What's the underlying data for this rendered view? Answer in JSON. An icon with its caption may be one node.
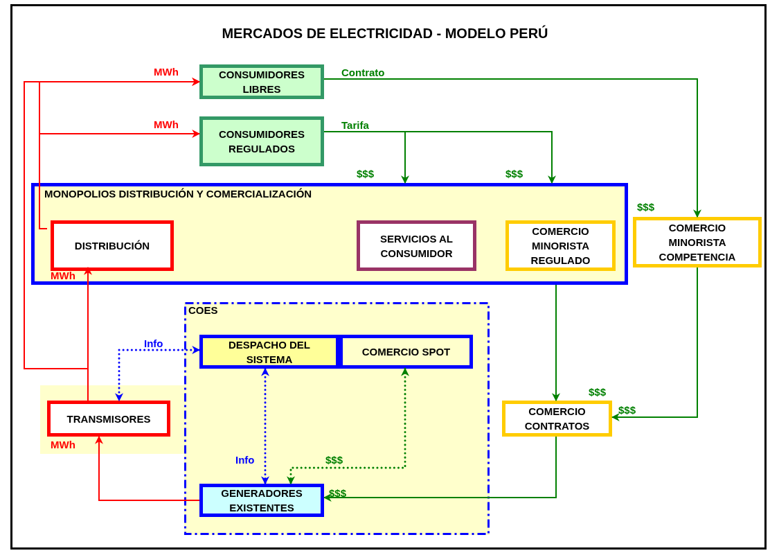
{
  "diagram": {
    "title": "MERCADOS DE ELECTRICIDAD - MODELO PERÚ",
    "nodes": [
      {
        "text": [
          "CONSUMIDORES LIBRES"
        ]
      },
      {
        "text": [
          "CONSUMIDORES REGULADOS"
        ]
      },
      {
        "text": [
          "MONOPOLIOS DISTRIBUCIÓN Y COMERCIALIZACIÓN"
        ]
      },
      {
        "text": [
          "DISTRIBUCIÓN"
        ],
        "in": 2
      },
      {
        "text": [
          "SERVICIOS AL CONSUMIDOR"
        ],
        "in": 2
      },
      {
        "text": [
          "COMERCIO MINORISTA REGULADO"
        ],
        "in": 2
      },
      {
        "text": [
          "COMERCIO MINORISTA COMPETENCIA"
        ]
      },
      {
        "text": [
          "COES"
        ]
      },
      {
        "text": [
          "DESPACHO DEL SISTEMA"
        ],
        "in": 7
      },
      {
        "text": [
          "COMERCIO SPOT"
        ],
        "in": 7
      },
      {
        "text": [
          "TRANSMISORES"
        ]
      },
      {
        "text": [
          "COMERCIO CONTRATOS"
        ]
      },
      {
        "text": [
          "GENERADORES EXISTENTES"
        ],
        "in": 7
      }
    ],
    "edges": [
      {
        "from": 10,
        "to": 3,
        "arrow": "to",
        "label": "MWh",
        "color": "#ff0000"
      },
      {
        "from": 10,
        "to": 0,
        "arrow": "to",
        "color": "#ff0000"
      },
      {
        "from": 3,
        "to": 0,
        "arrow": "to",
        "label": "MWh",
        "color": "#ff0000"
      },
      {
        "from": 3,
        "to": 1,
        "arrow": "to",
        "label": "MWh",
        "color": "#ff0000"
      },
      {
        "from": 12,
        "to": 10,
        "arrow": "to",
        "label": "MWh",
        "color": "#ff0000"
      },
      {
        "from": 0,
        "to": 6,
        "arrow": "to",
        "label": "Contrato"
      },
      {
        "from": 1,
        "to": 2,
        "arrow": "to",
        "label": "$$$"
      },
      {
        "from": 1,
        "to": 2,
        "arrow": "to",
        "label": "$$$"
      },
      {
        "from": 2,
        "to": 11,
        "arrow": "to",
        "label": "$$$"
      },
      {
        "from": 6,
        "to": 11,
        "arrow": "to",
        "label": "$$$"
      },
      {
        "from": 11,
        "to": 12,
        "arrow": "to",
        "label": "$$$"
      },
      {
        "from": 8,
        "to": 10,
        "arrow": "both",
        "label": "Info",
        "style": "dashed",
        "color": "#0000ff"
      },
      {
        "from": 8,
        "to": 12,
        "arrow": "both",
        "label": "Info",
        "style": "dashed",
        "color": "#0000ff"
      },
      {
        "from": 9,
        "to": 12,
        "arrow": "both",
        "label": "$$$",
        "style": "dashed"
      }
    ],
    "labels": [
      "Tarifa",
      "$$$"
    ]
  }
}
